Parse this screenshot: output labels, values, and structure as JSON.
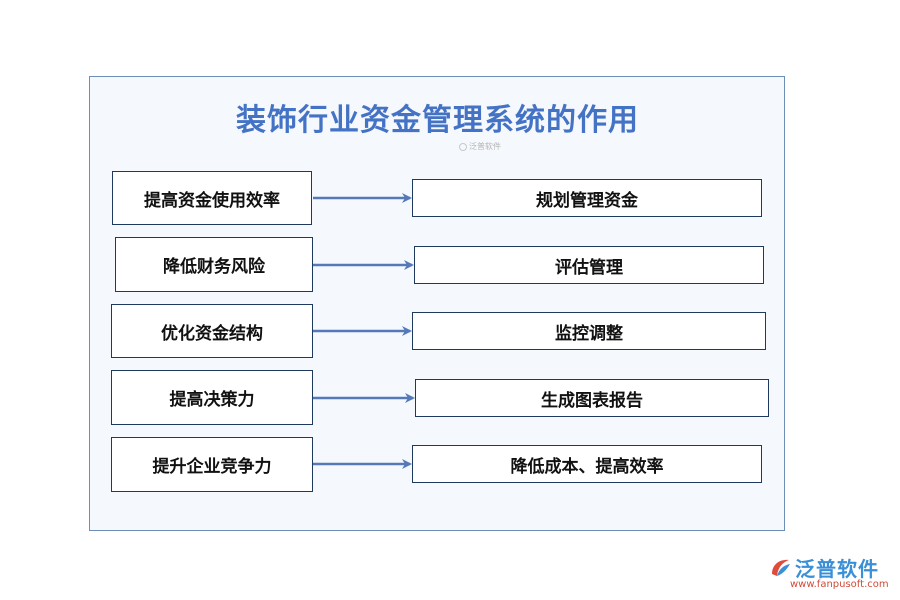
{
  "title": "装饰行业资金管理系统的作用",
  "watermark_small": "泛普软件",
  "rows": [
    {
      "left": "提高资金使用效率",
      "right": "规划管理资金"
    },
    {
      "left": "降低财务风险",
      "right": "评估管理"
    },
    {
      "left": "优化资金结构",
      "right": "监控调整"
    },
    {
      "left": "提高决策力",
      "right": "生成图表报告"
    },
    {
      "left": "提升企业竞争力",
      "right": "降低成本、提高效率"
    }
  ],
  "brand": {
    "name": "泛普软件",
    "url": "www.fanpusoft.com",
    "icon": "fanpu-logo-icon"
  },
  "colors": {
    "title": "#4473c5",
    "arrow": "#5578b8",
    "panel_border": "#6e8fb5",
    "box_border": "#1f3a5f",
    "brand_text": "#3a8fd6",
    "brand_url": "#d04a3a"
  }
}
